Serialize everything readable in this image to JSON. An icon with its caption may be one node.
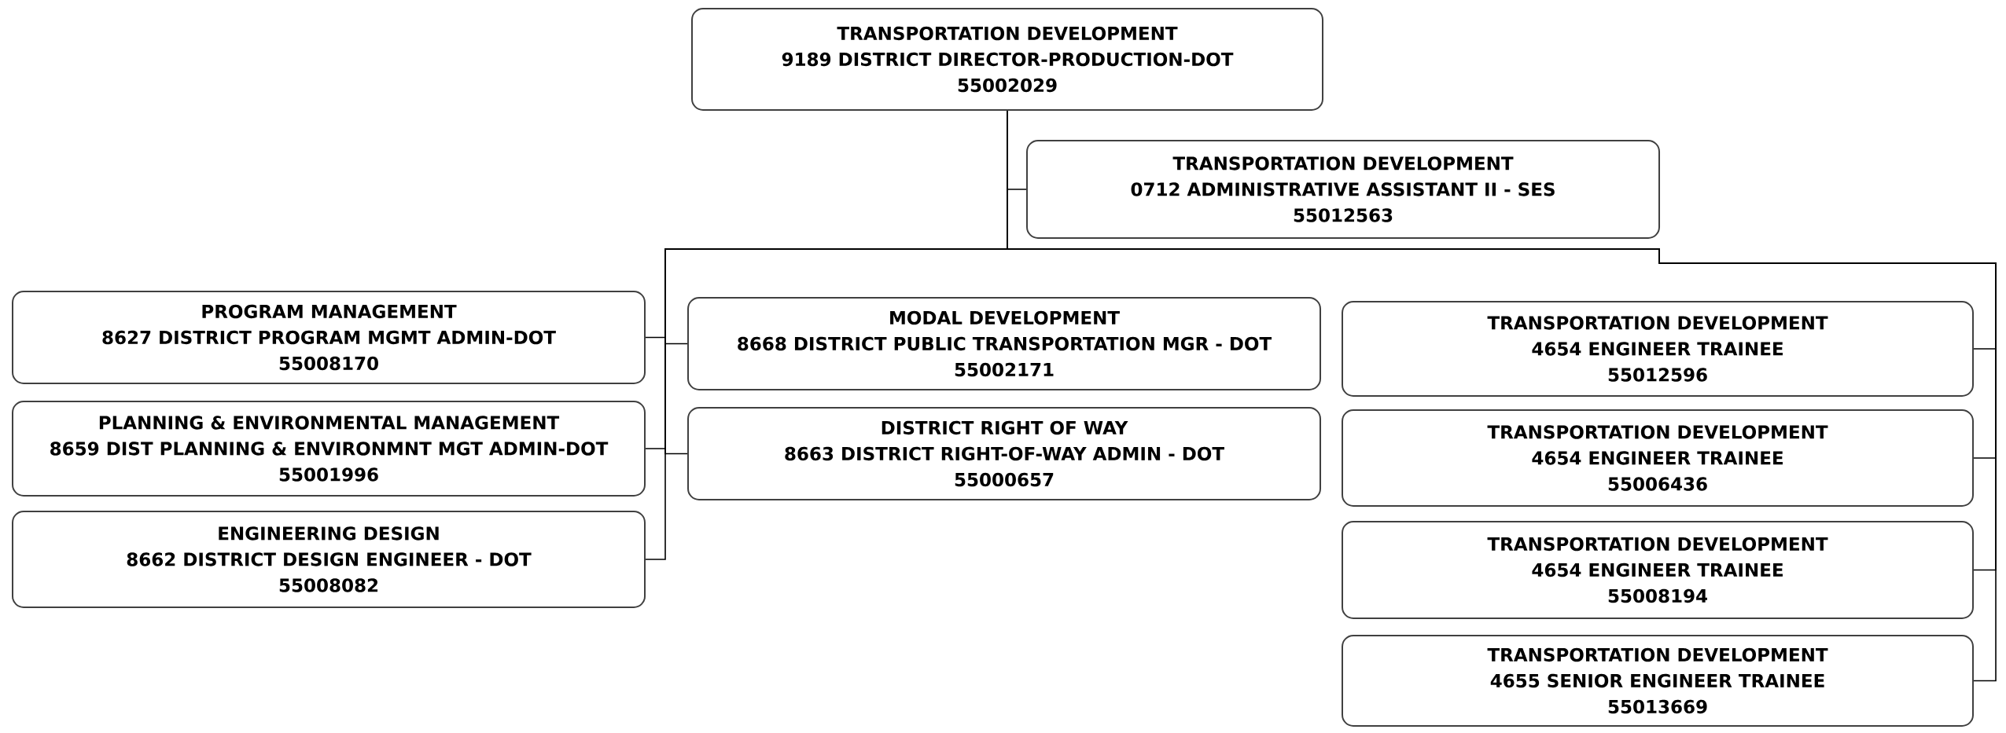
{
  "diagram": {
    "nodes": [
      {
        "text": [
          "TRANSPORTATION DEVELOPMENT",
          "9189 DISTRICT DIRECTOR-PRODUCTION-DOT",
          "55002029"
        ]
      },
      {
        "text": [
          "TRANSPORTATION DEVELOPMENT",
          "0712 ADMINISTRATIVE ASSISTANT II - SES",
          "55012563"
        ]
      },
      {
        "text": [
          "PROGRAM MANAGEMENT",
          "8627 DISTRICT PROGRAM MGMT ADMIN-DOT",
          "55008170"
        ]
      },
      {
        "text": [
          "PLANNING & ENVIRONMENTAL MANAGEMENT",
          "8659 DIST PLANNING & ENVIRONMNT MGT ADMIN-DOT",
          "55001996"
        ]
      },
      {
        "text": [
          "ENGINEERING DESIGN",
          "8662 DISTRICT DESIGN ENGINEER - DOT",
          "55008082"
        ]
      },
      {
        "text": [
          "MODAL DEVELOPMENT",
          "8668 DISTRICT PUBLIC TRANSPORTATION MGR - DOT",
          "55002171"
        ]
      },
      {
        "text": [
          "DISTRICT RIGHT OF WAY",
          "8663 DISTRICT RIGHT-OF-WAY ADMIN - DOT",
          "55000657"
        ]
      },
      {
        "text": [
          "TRANSPORTATION DEVELOPMENT",
          "4654 ENGINEER TRAINEE",
          "55012596"
        ]
      },
      {
        "text": [
          "TRANSPORTATION DEVELOPMENT",
          "4654 ENGINEER TRAINEE",
          "55006436"
        ]
      },
      {
        "text": [
          "TRANSPORTATION DEVELOPMENT",
          "4654 ENGINEER TRAINEE",
          "55008194"
        ]
      },
      {
        "text": [
          "TRANSPORTATION DEVELOPMENT",
          "4655 SENIOR ENGINEER TRAINEE",
          "55013669"
        ]
      }
    ],
    "edges": [
      {
        "from": 0,
        "to": 1,
        "arrow": "none"
      },
      {
        "from": 0,
        "to": 2,
        "arrow": "none"
      },
      {
        "from": 0,
        "to": 3,
        "arrow": "none"
      },
      {
        "from": 0,
        "to": 4,
        "arrow": "none"
      },
      {
        "from": 0,
        "to": 5,
        "arrow": "none"
      },
      {
        "from": 0,
        "to": 6,
        "arrow": "none"
      },
      {
        "from": 0,
        "to": 7,
        "arrow": "none"
      },
      {
        "from": 0,
        "to": 8,
        "arrow": "none"
      },
      {
        "from": 0,
        "to": 9,
        "arrow": "none"
      },
      {
        "from": 0,
        "to": 10,
        "arrow": "none"
      }
    ]
  }
}
